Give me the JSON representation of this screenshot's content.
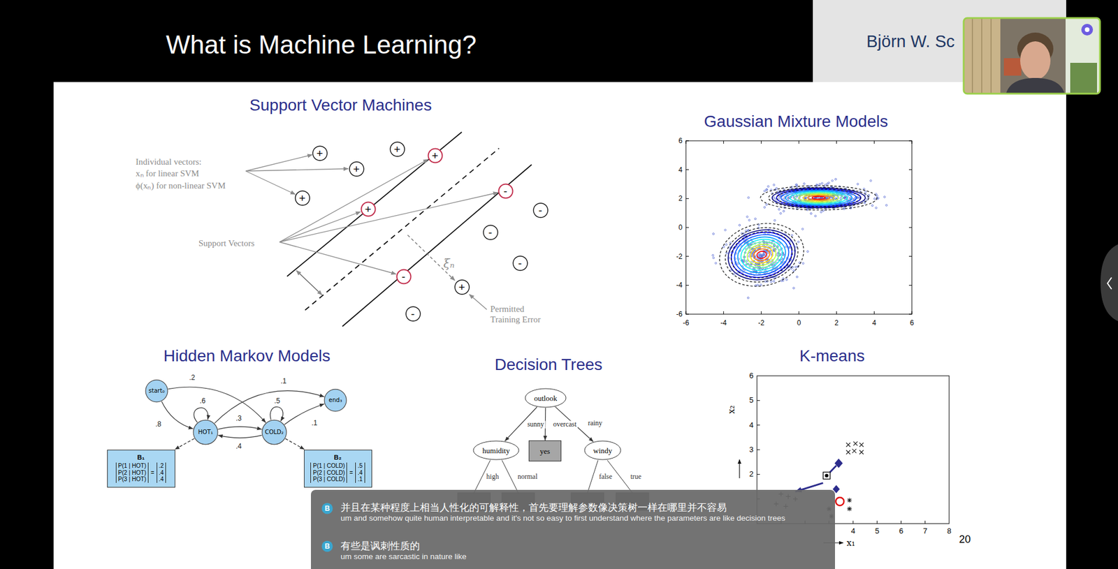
{
  "diagram": {
    "title": "What is Machine Learning?",
    "nodes": [
      {
        "text": [
          "+"
        ]
      },
      {
        "text": [
          "+"
        ]
      },
      {
        "text": [
          "+"
        ]
      },
      {
        "text": [
          "+"
        ]
      },
      {
        "text": [
          "+"
        ]
      },
      {
        "text": [
          "+"
        ]
      },
      {
        "text": [
          "-"
        ]
      },
      {
        "text": [
          "-"
        ]
      },
      {
        "text": [
          "-"
        ]
      },
      {
        "text": [
          "-"
        ]
      },
      {
        "text": [
          "-"
        ]
      },
      {
        "text": [
          "+"
        ]
      },
      {
        "text": [
          "-"
        ]
      },
      {
        "text": [
          "start₀"
        ]
      },
      {
        "text": [
          "end₃"
        ]
      },
      {
        "text": [
          "HOT₁"
        ]
      },
      {
        "text": [
          "COLD₂"
        ]
      },
      {
        "text": [
          "B₁",
          "P(1 | HOT)",
          "P(2 | HOT)",
          "P(3 | HOT)",
          "=",
          ".2",
          ".4",
          ".4"
        ]
      },
      {
        "text": [
          "B₂",
          "P(1 | COLD)",
          "P(2 | COLD)",
          "P(3 | COLD)",
          "=",
          ".5",
          ".4",
          ".1"
        ]
      },
      {
        "text": [
          "outlook"
        ]
      },
      {
        "text": [
          "humidity"
        ]
      },
      {
        "text": [
          "yes"
        ]
      },
      {
        "text": [
          "windy"
        ]
      },
      {
        "text": [
          "B"
        ]
      },
      {
        "text": [
          "B"
        ]
      }
    ],
    "edges": [
      {
        "from": 13,
        "to": 15,
        "label": ".8",
        "arrow": "to"
      },
      {
        "from": 13,
        "to": 16,
        "label": ".2",
        "arrow": "to"
      },
      {
        "from": 15,
        "to": 15,
        "label": ".6",
        "arrow": "to"
      },
      {
        "from": 16,
        "to": 16,
        "label": ".5",
        "arrow": "to"
      },
      {
        "from": 15,
        "to": 16,
        "label": ".3",
        "arrow": "to"
      },
      {
        "from": 16,
        "to": 15,
        "label": ".4",
        "arrow": "to"
      },
      {
        "from": 15,
        "to": 14,
        "label": ".1",
        "arrow": "to"
      },
      {
        "from": 16,
        "to": 14,
        "label": ".1",
        "arrow": "to"
      },
      {
        "from": 15,
        "to": 17,
        "arrow": "to"
      },
      {
        "from": 16,
        "to": 18,
        "arrow": "to"
      },
      {
        "from": 19,
        "to": 20,
        "label": "sunny",
        "arrow": "to"
      },
      {
        "from": 19,
        "to": 21,
        "label": "overcast",
        "arrow": "to"
      },
      {
        "from": 19,
        "to": 22,
        "label": "rainy",
        "arrow": "to"
      }
    ],
    "labels": [
      "Björn W. Sc",
      "Support Vector Machines",
      "Individual vectors:",
      "xₙ for linear SVM",
      "ϕ(xₙ) for non-linear SVM",
      "Support Vectors",
      "ξₙ",
      "Permitted Training Error",
      "Gaussian Mixture Models",
      "6",
      "4",
      "2",
      "0",
      "-2",
      "-4",
      "-6",
      "-6",
      "-4",
      "-2",
      "0",
      "2",
      "4",
      "6",
      "Hidden Markov Models",
      "Decision Trees",
      "high",
      "normal",
      "false",
      "true",
      "K-means",
      "6",
      "5",
      "4",
      "3",
      "2",
      "4",
      "5",
      "6",
      "7",
      "8",
      "x₁",
      "x₂",
      "20",
      "并且在某种程度上相当人性化的可解释性，首先要理解参数像决策树一样在哪里并不容易",
      "um and somehow quite human interpretable and it's not so easy to first understand where the parameters are like decision trees",
      "有些是讽刺性质的",
      "um some are sarcastic in nature like"
    ]
  }
}
